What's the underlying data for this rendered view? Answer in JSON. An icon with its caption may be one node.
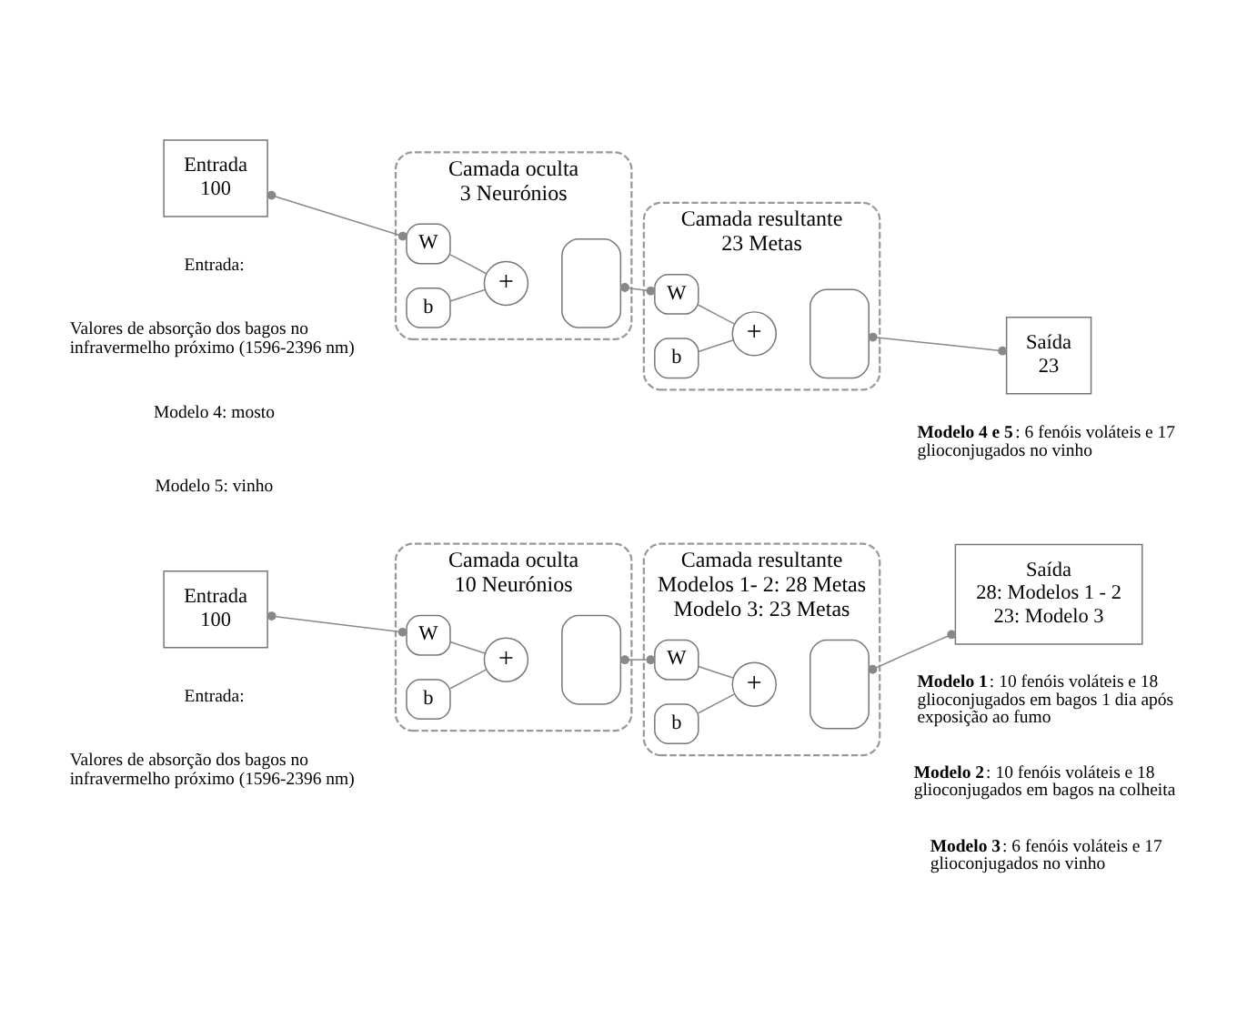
{
  "diagram": {
    "nodes": [
      {
        "text": [
          "Entrada",
          "100"
        ]
      },
      {
        "text": [
          "Camada oculta",
          "10 Neurónios"
        ]
      },
      {
        "text": [
          "W"
        ],
        "in": 1
      },
      {
        "text": [
          "b"
        ],
        "in": 1
      },
      {
        "text": [
          "+"
        ],
        "in": 1
      },
      {
        "text": [],
        "shape": "box",
        "in": 1
      },
      {
        "text": [
          "Camada resultante",
          "Modelos 1- 2: 28 Metas",
          "Modelo 3: 23 Metas"
        ]
      },
      {
        "text": [
          "W"
        ],
        "in": 6
      },
      {
        "text": [
          "b"
        ],
        "in": 6
      },
      {
        "text": [
          "+"
        ],
        "in": 6
      },
      {
        "text": [],
        "shape": "box",
        "in": 6
      },
      {
        "text": [
          "Saída",
          "28: Modelos 1 - 2",
          "23: Modelo 3"
        ]
      },
      {
        "text": [
          "Entrada",
          "100"
        ]
      },
      {
        "text": [
          "Camada oculta",
          "3 Neurónios"
        ]
      },
      {
        "text": [
          "W"
        ],
        "in": 13
      },
      {
        "text": [
          "b"
        ],
        "in": 13
      },
      {
        "text": [
          "+"
        ],
        "in": 13
      },
      {
        "text": [],
        "shape": "box",
        "in": 13
      },
      {
        "text": [
          "Camada resultante",
          "23 Metas"
        ]
      },
      {
        "text": [
          "W"
        ],
        "in": 18
      },
      {
        "text": [
          "b"
        ],
        "in": 18
      },
      {
        "text": [
          "+"
        ],
        "in": 18
      },
      {
        "text": [],
        "shape": "box",
        "in": 18
      },
      {
        "text": [
          "Saída",
          "23"
        ]
      }
    ],
    "edges": [
      {
        "from": 0,
        "to": 2,
        "arrow": "other"
      },
      {
        "from": 2,
        "to": 4,
        "arrow": "none"
      },
      {
        "from": 3,
        "to": 4,
        "arrow": "none"
      },
      {
        "from": 5,
        "to": 7,
        "arrow": "other"
      },
      {
        "from": 7,
        "to": 9,
        "arrow": "none"
      },
      {
        "from": 8,
        "to": 9,
        "arrow": "none"
      },
      {
        "from": 10,
        "to": 11,
        "arrow": "other"
      },
      {
        "from": 12,
        "to": 14,
        "arrow": "other"
      },
      {
        "from": 14,
        "to": 16,
        "arrow": "none"
      },
      {
        "from": 15,
        "to": 16,
        "arrow": "none"
      },
      {
        "from": 17,
        "to": 19,
        "arrow": "other"
      },
      {
        "from": 19,
        "to": 21,
        "arrow": "none"
      },
      {
        "from": 20,
        "to": 21,
        "arrow": "none"
      },
      {
        "from": 22,
        "to": 23,
        "arrow": "other"
      }
    ],
    "labels": [
      "Entrada:",
      "Valores de absorção dos bagos no infravermelho próximo (1596-2396 nm)",
      "**Modelo 1**: 10 fenóis voláteis e 18 glioconjugados em bagos 1 dia após exposição ao fumo",
      "**Modelo 2**: 10 fenóis voláteis e 18 glioconjugados em bagos na colheita",
      "**Modelo 3**: 6 fenóis voláteis e 17 glioconjugados no vinho",
      "Entrada:",
      "Valores de absorção dos bagos no infravermelho próximo (1596-2396 nm)",
      "Modelo 4: mosto",
      "Modelo 5: vinho",
      "**Modelo 4 e 5**: 6 fenóis voláteis e 17 glioconjugados no vinho"
    ]
  }
}
